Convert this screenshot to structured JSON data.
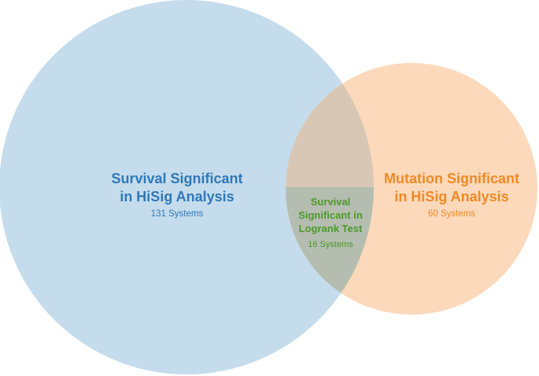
{
  "colors": {
    "left_fill": "#c5dcec",
    "right_fill": "#fcd9bb",
    "overlap_fill": "#d8c7b4",
    "inner_fill": "#b4bdb0",
    "left_text": "#2e78b8",
    "right_text": "#f08a24",
    "inner_text": "#4c9a2a"
  },
  "left_set": {
    "title_line1": "Survival Significant",
    "title_line2": "in HiSig Analysis",
    "count": "131 Systems"
  },
  "right_set": {
    "title_line1": "Mutation Significant",
    "title_line2": "in HiSig Analysis",
    "count": "60 Systems"
  },
  "inner_set": {
    "title_line1": "Survival",
    "title_line2": "Significant in",
    "title_line3": "Logrank Test",
    "count": "16 Systems"
  }
}
